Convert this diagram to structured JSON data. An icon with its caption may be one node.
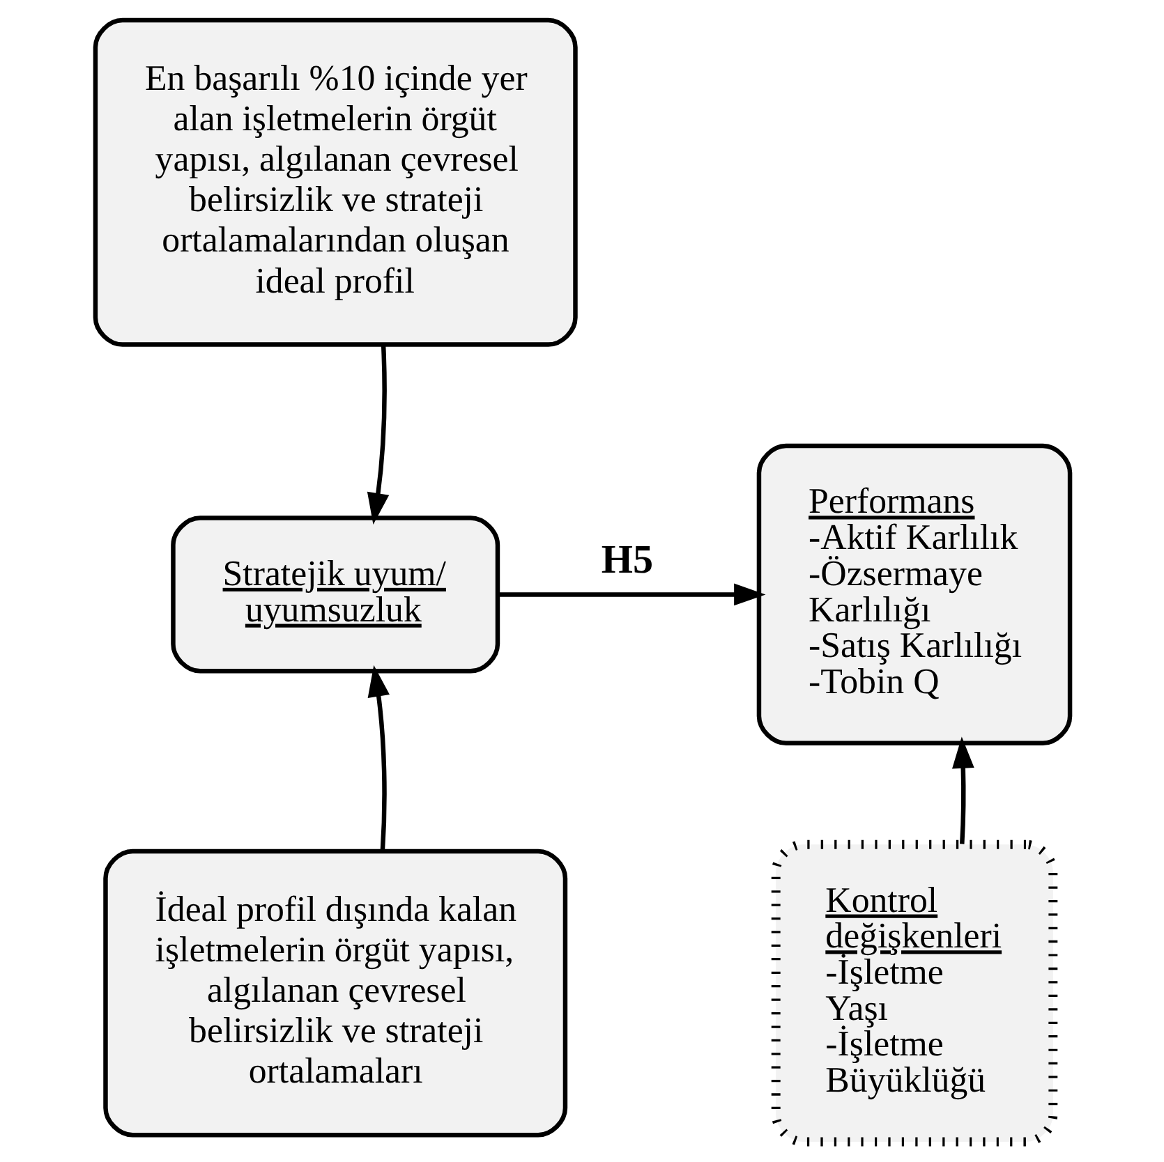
{
  "diagram": {
    "nodes": [
      {
        "text": [
          "En başarılı %10 içinde yer alan işletmelerin örgüt yapısı, algılanan çevresel belirsizlik ve strateji ortalamalarından oluşan ideal profil"
        ]
      },
      {
        "text": [
          "Stratejik uyum/ uyumsuzluk"
        ]
      },
      {
        "text": [
          "İdeal profil dışında kalan işletmelerin örgüt yapısı, algılanan çevresel belirsizlik ve strateji ortalamaları"
        ]
      },
      {
        "text": [
          "Performans",
          "-Aktif Karlılık",
          "-Özsermaye Karlılığı",
          "-Satış Karlılığı",
          "-Tobin Q"
        ]
      },
      {
        "text": [
          "Kontrol değişkenleri",
          "-İşletme Yaşı",
          "-İşletme Büyüklüğü"
        ]
      }
    ],
    "edges": [
      {
        "from": 0,
        "to": 1,
        "arrow": "to"
      },
      {
        "from": 2,
        "to": 1,
        "arrow": "to"
      },
      {
        "from": 1,
        "to": 3,
        "label": "H5",
        "arrow": "to"
      },
      {
        "from": 4,
        "to": 3,
        "arrow": "to"
      }
    ]
  }
}
